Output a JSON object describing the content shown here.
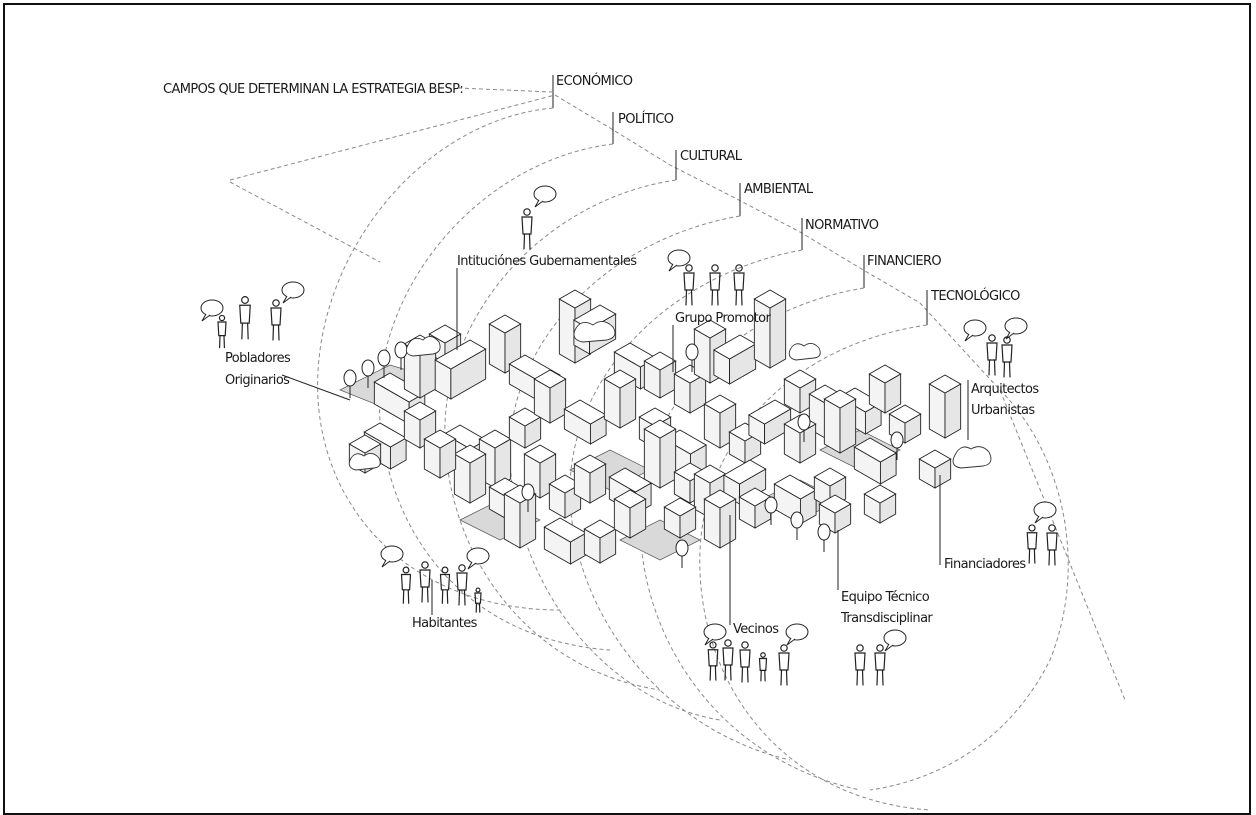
{
  "diagram": {
    "title": "CAMPOS QUE DETERMINAN LA ESTRATEGIA BESP:",
    "fields": [
      {
        "label": "ECONÓMICO"
      },
      {
        "label": "POLÍTICO"
      },
      {
        "label": "CULTURAL"
      },
      {
        "label": "AMBIENTAL"
      },
      {
        "label": "NORMATIVO"
      },
      {
        "label": "FINANCIERO"
      },
      {
        "label": "TECNOLÓGICO"
      }
    ],
    "actors": [
      {
        "label": "Intituciónes Gubernamentales"
      },
      {
        "label": "Grupo Promotor"
      },
      {
        "label": "Pobladores"
      },
      {
        "label": "Originarios"
      },
      {
        "label": "Arquitectos"
      },
      {
        "label": "Urbanistas"
      },
      {
        "label": "Financiadores"
      },
      {
        "label": "Equipo Técnico"
      },
      {
        "label": "Transdisciplinar"
      },
      {
        "label": "Vecinos"
      },
      {
        "label": "Habitantes"
      }
    ]
  },
  "colors": {
    "line": "#222222",
    "dashed": "#8a8a8a",
    "plaza": "#d9d9d9",
    "background": "#ffffff"
  }
}
